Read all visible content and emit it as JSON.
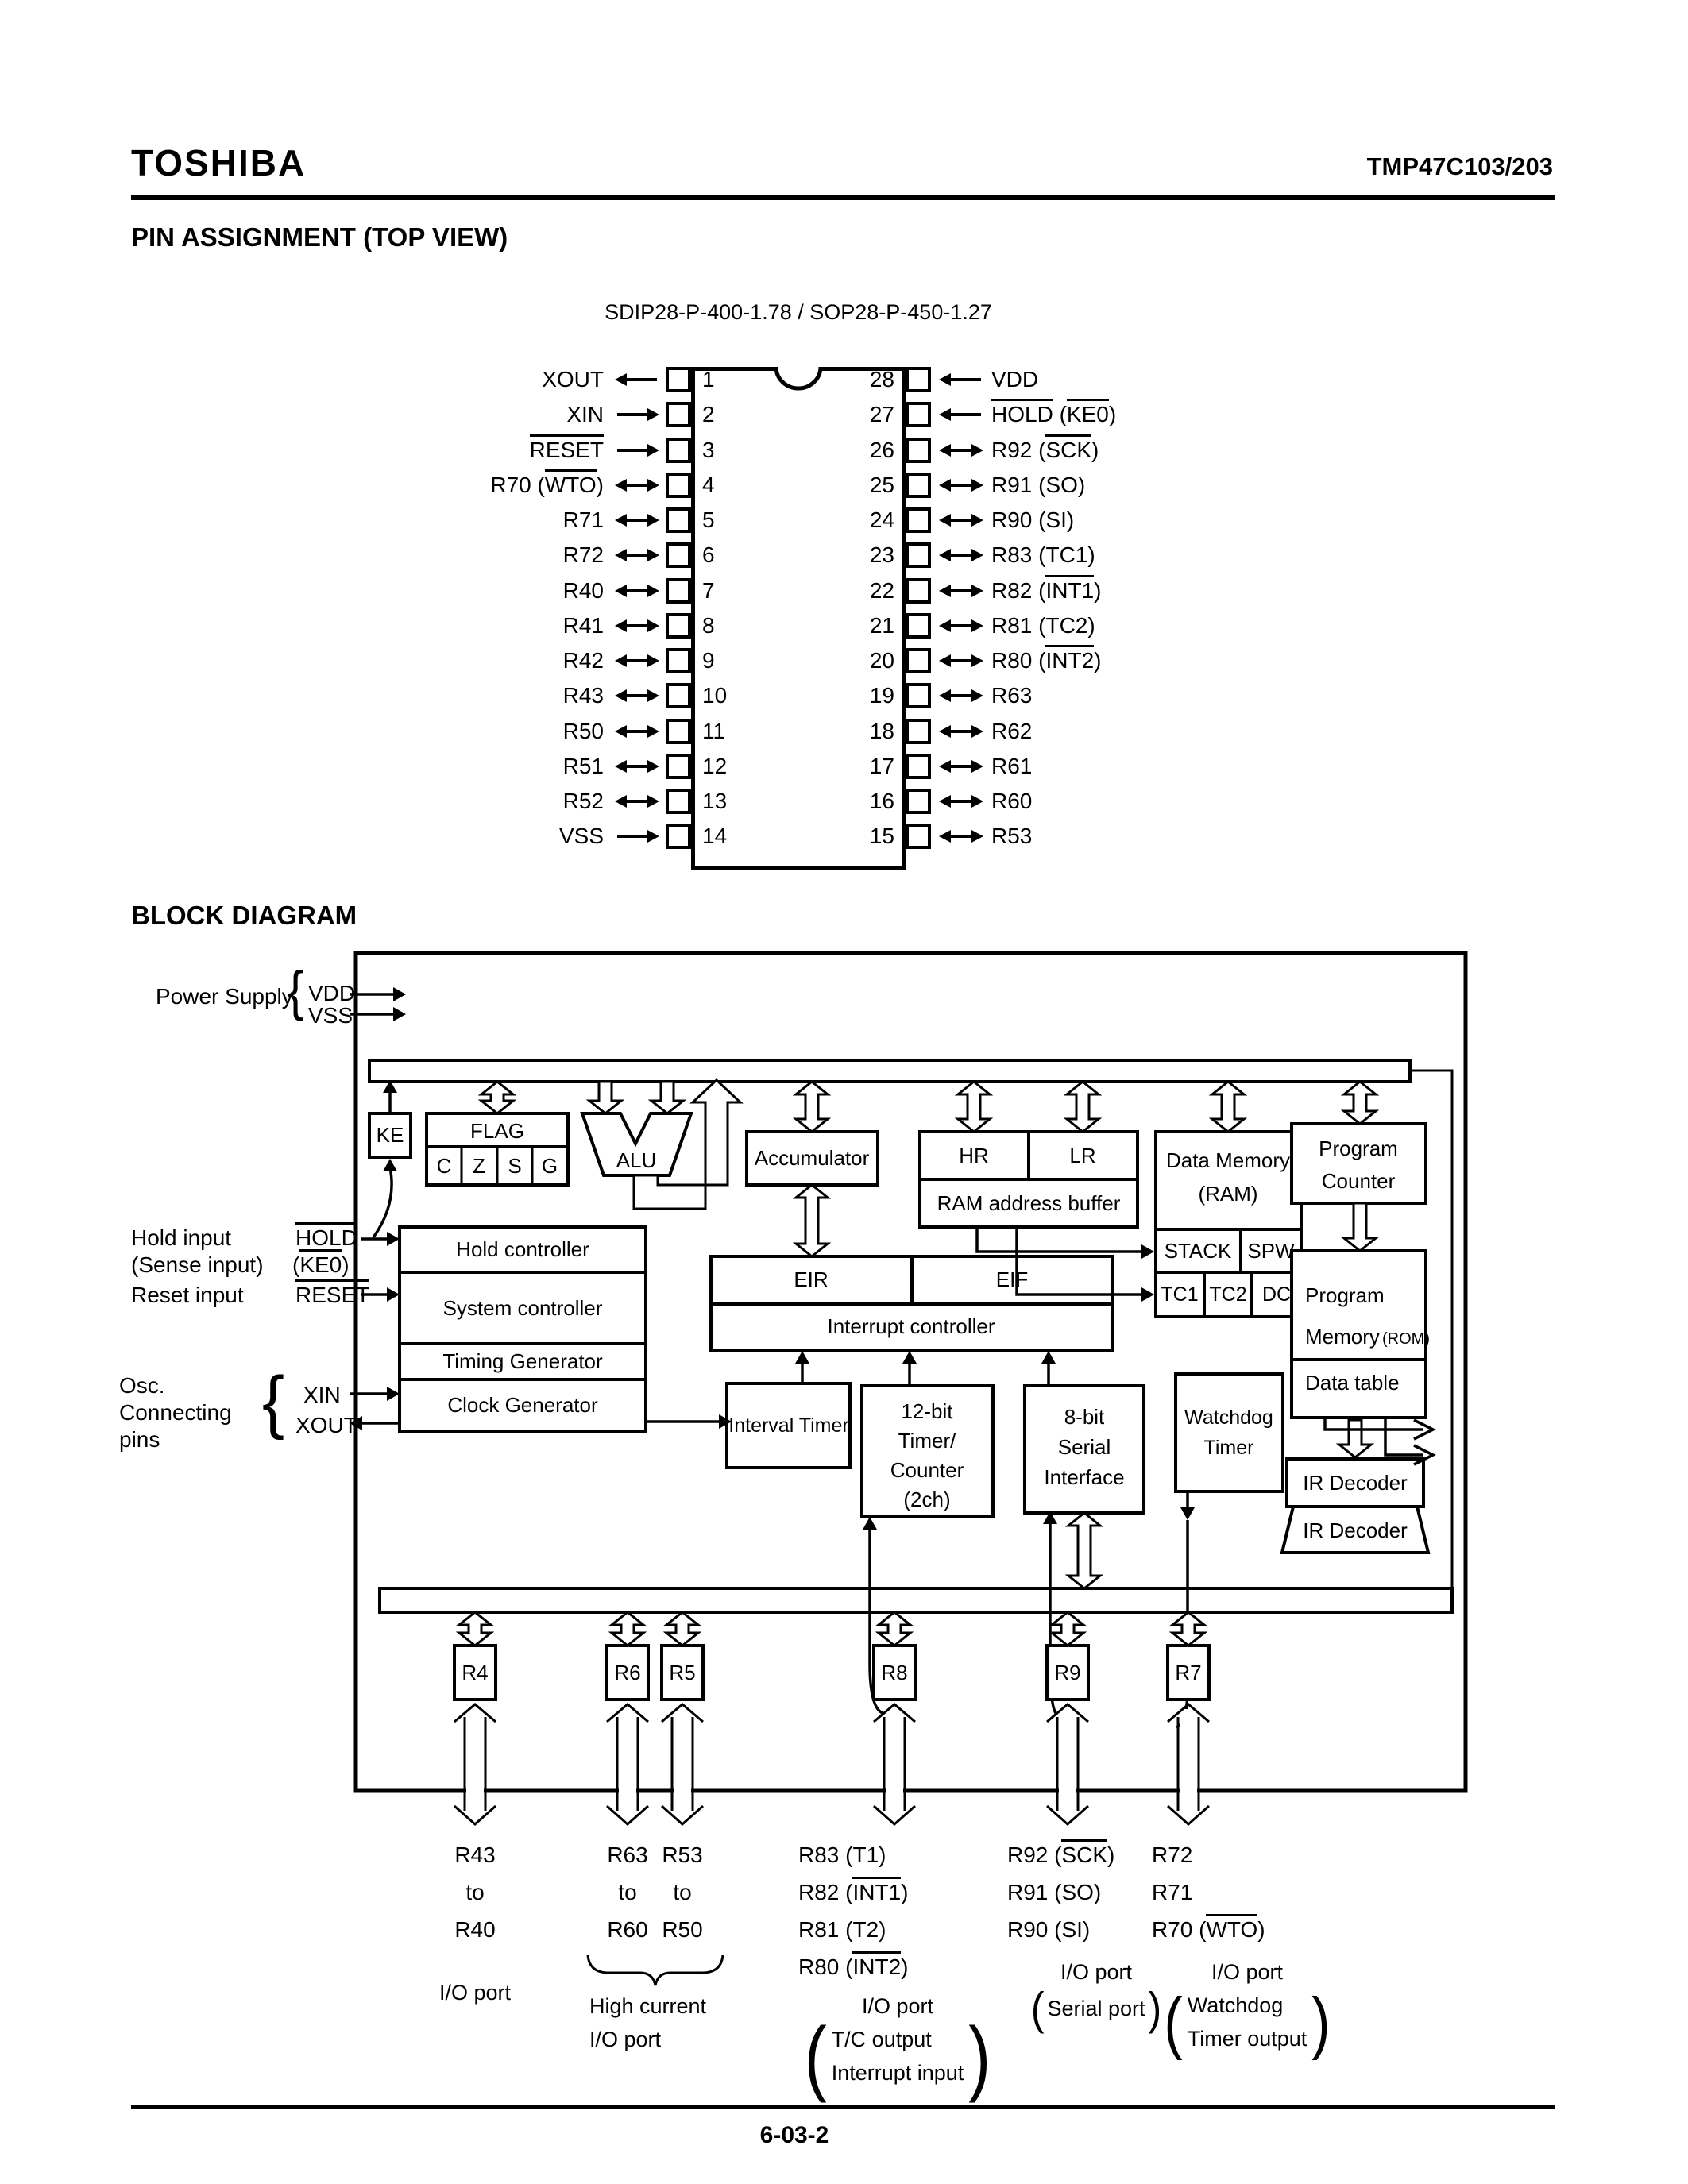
{
  "header": {
    "logo": "TOSHIBA",
    "part": "TMP47C103/203"
  },
  "sections": {
    "pin": "PIN ASSIGNMENT (TOP VIEW)",
    "block": "BLOCK DIAGRAM"
  },
  "package_label": "SDIP28-P-400-1.78 / SOP28-P-450-1.27",
  "footer": {
    "page": "6-03-2"
  },
  "pins": {
    "left": [
      {
        "num": "1",
        "dir": "out",
        "segs": [
          [
            "XOUT",
            0
          ]
        ]
      },
      {
        "num": "2",
        "dir": "in",
        "segs": [
          [
            "XIN",
            0
          ]
        ]
      },
      {
        "num": "3",
        "dir": "in",
        "segs": [
          [
            "RESET",
            1
          ]
        ]
      },
      {
        "num": "4",
        "dir": "bi",
        "segs": [
          [
            "R70 (",
            0
          ],
          [
            "WTO",
            1
          ],
          [
            ")",
            0
          ]
        ]
      },
      {
        "num": "5",
        "dir": "bi",
        "segs": [
          [
            "R71",
            0
          ]
        ]
      },
      {
        "num": "6",
        "dir": "bi",
        "segs": [
          [
            "R72",
            0
          ]
        ]
      },
      {
        "num": "7",
        "dir": "bi",
        "segs": [
          [
            "R40",
            0
          ]
        ]
      },
      {
        "num": "8",
        "dir": "bi",
        "segs": [
          [
            "R41",
            0
          ]
        ]
      },
      {
        "num": "9",
        "dir": "bi",
        "segs": [
          [
            "R42",
            0
          ]
        ]
      },
      {
        "num": "10",
        "dir": "bi",
        "segs": [
          [
            "R43",
            0
          ]
        ]
      },
      {
        "num": "11",
        "dir": "bi",
        "segs": [
          [
            "R50",
            0
          ]
        ]
      },
      {
        "num": "12",
        "dir": "bi",
        "segs": [
          [
            "R51",
            0
          ]
        ]
      },
      {
        "num": "13",
        "dir": "bi",
        "segs": [
          [
            "R52",
            0
          ]
        ]
      },
      {
        "num": "14",
        "dir": "in",
        "segs": [
          [
            "VSS",
            0
          ]
        ]
      }
    ],
    "right": [
      {
        "num": "28",
        "dir": "in",
        "segs": [
          [
            "VDD",
            0
          ]
        ]
      },
      {
        "num": "27",
        "dir": "in",
        "segs": [
          [
            "HOLD",
            1
          ],
          [
            " (",
            0
          ],
          [
            "KE0",
            1
          ],
          [
            ")",
            0
          ]
        ]
      },
      {
        "num": "26",
        "dir": "bi",
        "segs": [
          [
            "R92 (",
            0
          ],
          [
            "SCK",
            1
          ],
          [
            ")",
            0
          ]
        ]
      },
      {
        "num": "25",
        "dir": "bi",
        "segs": [
          [
            "R91 (SO)",
            0
          ]
        ]
      },
      {
        "num": "24",
        "dir": "bi",
        "segs": [
          [
            "R90 (SI)",
            0
          ]
        ]
      },
      {
        "num": "23",
        "dir": "bi",
        "segs": [
          [
            "R83 (TC1)",
            0
          ]
        ]
      },
      {
        "num": "22",
        "dir": "bi",
        "segs": [
          [
            "R82 (",
            0
          ],
          [
            "INT1",
            1
          ],
          [
            ")",
            0
          ]
        ]
      },
      {
        "num": "21",
        "dir": "bi",
        "segs": [
          [
            "R81 (TC2)",
            0
          ]
        ]
      },
      {
        "num": "20",
        "dir": "bi",
        "segs": [
          [
            "R80 (",
            0
          ],
          [
            "INT2",
            1
          ],
          [
            ")",
            0
          ]
        ]
      },
      {
        "num": "19",
        "dir": "bi",
        "segs": [
          [
            "R63",
            0
          ]
        ]
      },
      {
        "num": "18",
        "dir": "bi",
        "segs": [
          [
            "R62",
            0
          ]
        ]
      },
      {
        "num": "17",
        "dir": "bi",
        "segs": [
          [
            "R61",
            0
          ]
        ]
      },
      {
        "num": "16",
        "dir": "bi",
        "segs": [
          [
            "R60",
            0
          ]
        ]
      },
      {
        "num": "15",
        "dir": "bi",
        "segs": [
          [
            "R53",
            0
          ]
        ]
      }
    ]
  },
  "block": {
    "power": {
      "label": "Power Supply",
      "vdd": "VDD",
      "vss": "VSS"
    },
    "hold": {
      "l1": "Hold input",
      "l2": "(Sense input)",
      "sig": [
        [
          "HOLD",
          1
        ]
      ],
      "sig2": [
        [
          "(",
          0
        ],
        [
          "KE0",
          1
        ],
        [
          ")",
          0
        ]
      ]
    },
    "reset": {
      "l1": "Reset input",
      "sig": [
        [
          "RESET",
          1
        ]
      ]
    },
    "osc": {
      "l1": "Osc.",
      "l2": "Connecting",
      "l3": "pins",
      "xin": "XIN",
      "xout": "XOUT"
    },
    "boxes": {
      "ke": "KE",
      "flag": "FLAG",
      "flags": [
        "C",
        "Z",
        "S",
        "G"
      ],
      "alu": "ALU",
      "acc": "Accumulator",
      "hr": "HR",
      "lr": "LR",
      "rab": "RAM address buffer",
      "dm1": "Data Memory",
      "dm2": "(RAM)",
      "stack": "STACK",
      "spw": "SPW",
      "tc1": "TC1",
      "tc2": "TC2",
      "dc": "DC",
      "pc1": "Program",
      "pc2": "Counter",
      "pm1": "Program",
      "pm2": "Memory",
      "pm2b": "(ROM)",
      "pm3": "Data table",
      "eir": "EIR",
      "eif": "EIF",
      "intc": "Interrupt controller",
      "holdc": "Hold controller",
      "sysc": "System controller",
      "timg": "Timing Generator",
      "clkg": "Clock Generator",
      "intt": "Interval Timer",
      "t12": [
        "12-bit",
        "Timer/",
        "Counter",
        "(2ch)"
      ],
      "ser": [
        "8-bit",
        "Serial",
        "Interface"
      ],
      "wdt": [
        "Watchdog",
        "Timer"
      ],
      "ir": "IR Decoder"
    },
    "ports": [
      {
        "name": "R4",
        "pins": [
          [
            [
              "R43",
              0
            ]
          ],
          [
            [
              "to",
              0
            ]
          ],
          [
            [
              "R40",
              0
            ]
          ]
        ],
        "caption": {
          "title": "I/O port"
        }
      },
      {
        "name": "R6",
        "pins": [
          [
            [
              "R63",
              0
            ]
          ],
          [
            [
              "to",
              0
            ]
          ],
          [
            [
              "R60",
              0
            ]
          ]
        ]
      },
      {
        "name": "R5",
        "pins": [
          [
            [
              "R53",
              0
            ]
          ],
          [
            [
              "to",
              0
            ]
          ],
          [
            [
              "R50",
              0
            ]
          ]
        ]
      },
      {
        "name": "R8",
        "pins": [
          [
            [
              "R83 (T1)",
              0
            ]
          ],
          [
            [
              "R82 (",
              0
            ],
            [
              "INT1",
              1
            ],
            [
              ")",
              0
            ]
          ],
          [
            [
              "R81 (T2)",
              0
            ]
          ],
          [
            [
              "R80 (",
              0
            ],
            [
              "INT2",
              1
            ],
            [
              ")",
              0
            ]
          ]
        ],
        "caption": {
          "title": "I/O port",
          "paren": [
            "T/C output",
            "Interrupt input"
          ]
        }
      },
      {
        "name": "R9",
        "pins": [
          [
            [
              "R92 (",
              0
            ],
            [
              "SCK",
              1
            ],
            [
              ")",
              0
            ]
          ],
          [
            [
              "R91 (SO)",
              0
            ]
          ],
          [
            [
              "R90 (SI)",
              0
            ]
          ]
        ],
        "caption": {
          "title": "I/O port",
          "paren": [
            "Serial port"
          ]
        }
      },
      {
        "name": "R7",
        "pins": [
          [
            [
              "R72",
              0
            ]
          ],
          [
            [
              "R71",
              0
            ]
          ],
          [
            [
              "R70 (",
              0
            ],
            [
              "WTO",
              1
            ],
            [
              ")",
              0
            ]
          ]
        ],
        "caption": {
          "title": "I/O port",
          "paren": [
            "Watchdog",
            "Timer output"
          ]
        }
      }
    ],
    "hc_caption": [
      "High current",
      "I/O port"
    ]
  }
}
